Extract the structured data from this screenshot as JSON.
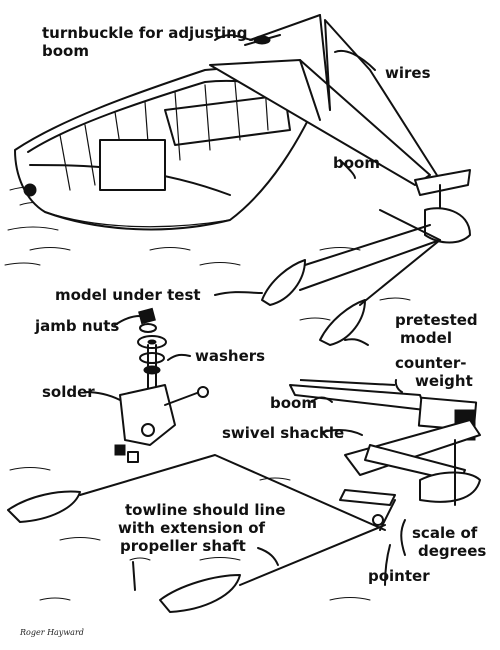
{
  "labels": {
    "turnbuckle_line1": "turnbuckle for adjusting",
    "turnbuckle_line2": "boom",
    "wires": "wires",
    "boom_top": "boom",
    "model_under_test": "model under test",
    "jamb_nuts": "jamb nuts",
    "washers": "washers",
    "solder": "solder",
    "pretested_line1": "pretested",
    "pretested_line2": "model",
    "counterweight_line1": "counter-",
    "counterweight_line2": "weight",
    "boom_lower": "boom",
    "swivel_shackle": "swivel shackle",
    "towline_line1": "towline should line",
    "towline_line2": "with extension of",
    "towline_line3": "propeller shaft",
    "scale_line1": "scale of",
    "scale_line2": "degrees",
    "pointer": "pointer"
  },
  "signature": "Roger Hayward"
}
